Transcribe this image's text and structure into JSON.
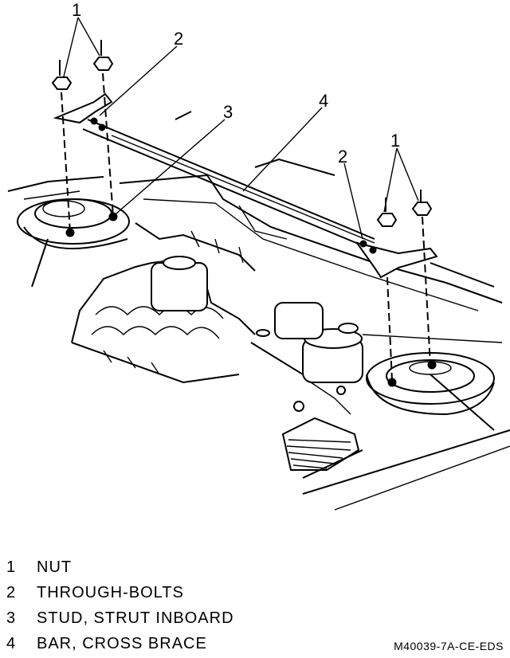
{
  "callouts": {
    "top_left_1": "1",
    "top_left_2": "2",
    "top_left_3": "3",
    "top_4": "4",
    "right_1": "1",
    "right_2": "2"
  },
  "legend": [
    {
      "num": "1",
      "label": "NUT"
    },
    {
      "num": "2",
      "label": "THROUGH-BOLTS"
    },
    {
      "num": "3",
      "label": "STUD, STRUT INBOARD"
    },
    {
      "num": "4",
      "label": "BAR, CROSS BRACE"
    }
  ],
  "figure_id": "M40039-7A-CE-EDS"
}
